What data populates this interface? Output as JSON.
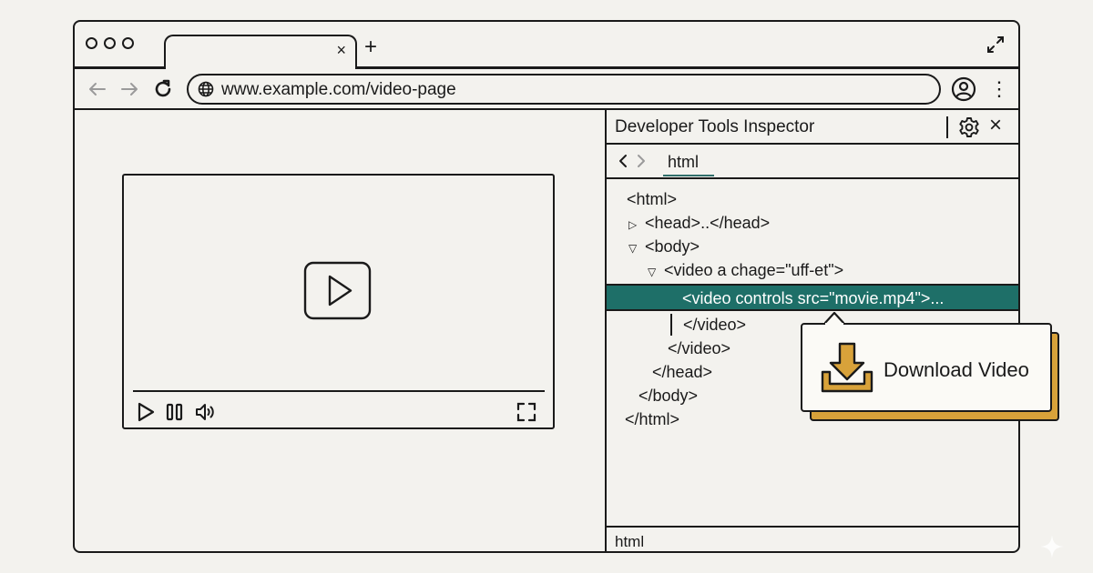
{
  "browser": {
    "url": "www.example.com/video-page",
    "tab_close_glyph": "×",
    "new_tab_glyph": "+",
    "menu_glyph": "⋮"
  },
  "devtools": {
    "title": "Developer Tools Inspector",
    "close_glyph": "×",
    "breadcrumb": "html",
    "status": "html",
    "accent_color": "#1e6f68",
    "tree": [
      {
        "text": "<html>",
        "marker": ""
      },
      {
        "text": "<head>..</head>",
        "marker": "▷"
      },
      {
        "text": "<body>",
        "marker": "▽"
      },
      {
        "text": "<video a chage=\"uff-et\">",
        "marker": "▽"
      },
      {
        "text": "<video controls src=\"movie.mp4\">...",
        "marker": "",
        "selected": true
      },
      {
        "text": "</video>",
        "marker": ""
      },
      {
        "text": "</video>",
        "marker": ""
      },
      {
        "text": "</head>",
        "marker": ""
      },
      {
        "text": "</body>",
        "marker": ""
      },
      {
        "text": "</html>",
        "marker": ""
      }
    ]
  },
  "popup": {
    "label": "Download Video",
    "accent_color": "#d8a23a"
  },
  "icons": [
    "back-arrow-icon",
    "forward-arrow-icon",
    "reload-icon",
    "globe-icon",
    "profile-icon",
    "expand-icon",
    "gear-icon",
    "play-icon",
    "pause-icon",
    "volume-icon",
    "fullscreen-icon",
    "download-icon"
  ]
}
